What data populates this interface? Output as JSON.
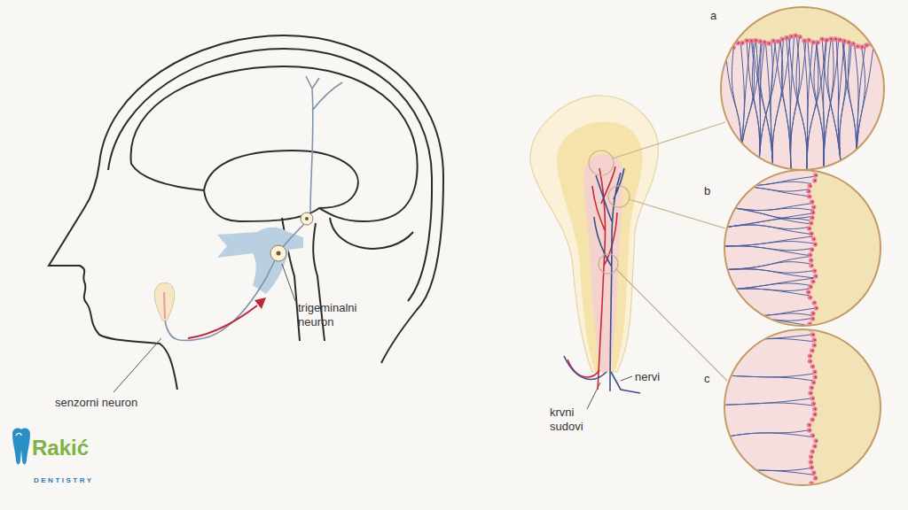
{
  "diagram": {
    "labels": [
      "senzorni neuron",
      "trigeminalni neuron",
      "nervi",
      "krvni sudovi",
      "a",
      "b",
      "c",
      "Rakić",
      "DENTISTRY"
    ]
  }
}
